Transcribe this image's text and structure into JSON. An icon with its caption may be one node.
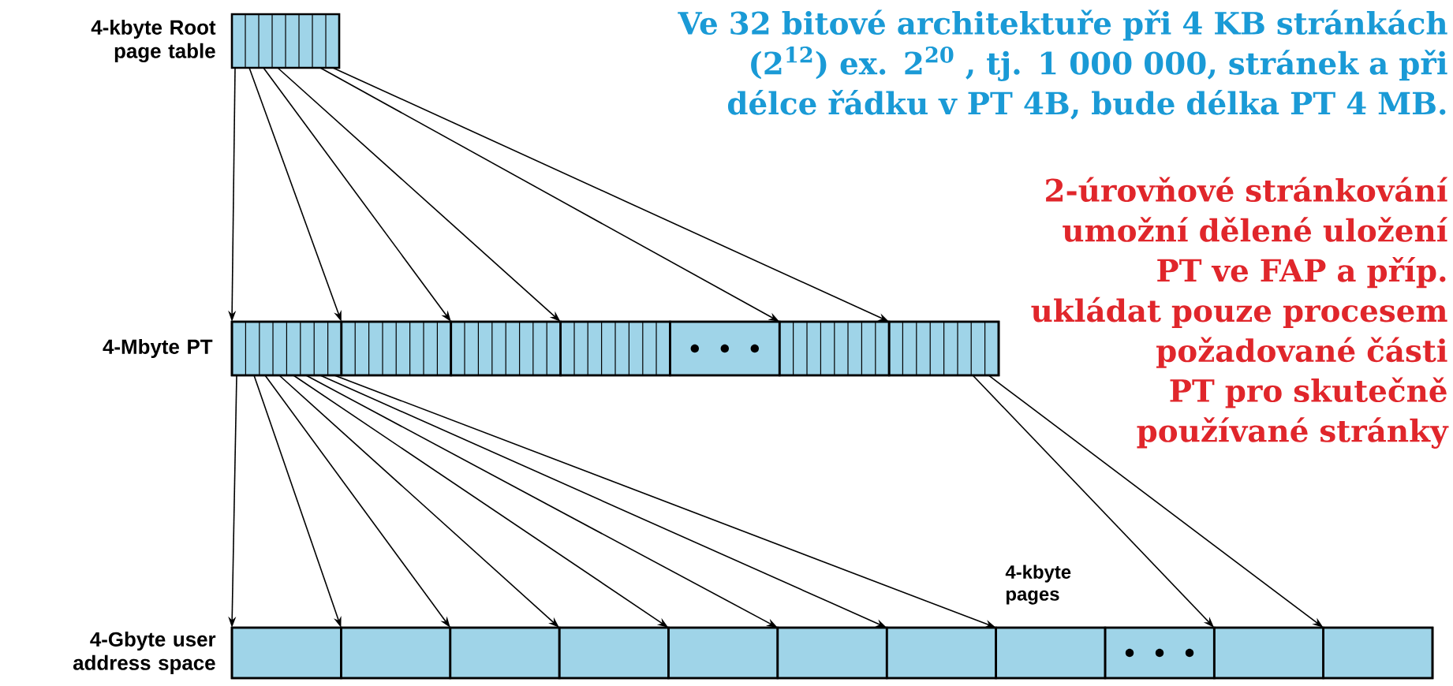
{
  "diagram": {
    "nodes": [
      {
        "text": [
          "4-kbyte Root page table"
        ]
      },
      {
        "text": [
          "4-Mbyte PT"
        ]
      },
      {
        "text": [],
        "shape": "box",
        "in": 1
      },
      {
        "text": [],
        "shape": "box",
        "in": 1
      },
      {
        "text": [],
        "shape": "box",
        "in": 1
      },
      {
        "text": [],
        "shape": "box",
        "in": 1
      },
      {
        "text": [],
        "shape": "box",
        "in": 1
      },
      {
        "text": [],
        "shape": "box",
        "in": 1
      },
      {
        "text": [],
        "shape": "box",
        "in": 1
      },
      {
        "text": [
          "4-Gbyte user address space"
        ]
      },
      {
        "text": [],
        "shape": "box",
        "in": 9
      },
      {
        "text": [],
        "shape": "box",
        "in": 9
      },
      {
        "text": [],
        "shape": "box",
        "in": 9
      },
      {
        "text": [],
        "shape": "box",
        "in": 9
      },
      {
        "text": [],
        "shape": "box",
        "in": 9
      },
      {
        "text": [],
        "shape": "box",
        "in": 9
      },
      {
        "text": [],
        "shape": "box",
        "in": 9
      },
      {
        "text": [],
        "shape": "box",
        "in": 9
      },
      {
        "text": [],
        "shape": "box",
        "in": 9
      },
      {
        "text": [],
        "shape": "box",
        "in": 9
      },
      {
        "text": [],
        "shape": "box",
        "in": 9
      }
    ],
    "edges": [
      {
        "from": 0,
        "to": 2,
        "arrow": "to"
      },
      {
        "from": 0,
        "to": 3,
        "arrow": "to"
      },
      {
        "from": 0,
        "to": 4,
        "arrow": "to"
      },
      {
        "from": 0,
        "to": 5,
        "arrow": "to"
      },
      {
        "from": 0,
        "to": 7,
        "arrow": "to"
      },
      {
        "from": 0,
        "to": 8,
        "arrow": "to"
      },
      {
        "from": 2,
        "to": 10,
        "arrow": "to"
      },
      {
        "from": 2,
        "to": 11,
        "arrow": "to"
      },
      {
        "from": 2,
        "to": 12,
        "arrow": "to"
      },
      {
        "from": 2,
        "to": 13,
        "arrow": "to"
      },
      {
        "from": 2,
        "to": 14,
        "arrow": "to"
      },
      {
        "from": 2,
        "to": 15,
        "arrow": "to"
      },
      {
        "from": 2,
        "to": 16,
        "arrow": "to"
      },
      {
        "from": 2,
        "to": 17,
        "arrow": "to"
      },
      {
        "from": 8,
        "to": 19,
        "arrow": "to"
      },
      {
        "from": 8,
        "to": 20,
        "arrow": "to"
      }
    ],
    "labels": [
      "Ve 32 bitové architektuře při 4 KB stránkách (2$^{12}$) ex. 2$^{20}$ , tj. 1 000 000, stránek a při délce řádku v PT 4B, bude délka PT 4 MB.",
      "2-úrovňové stránkování umožní dělené uložení PT ve FAP a příp. ukládat pouze procesem požadované části PT pro skutečně používané stránky",
      "4-kbyte pages"
    ]
  }
}
